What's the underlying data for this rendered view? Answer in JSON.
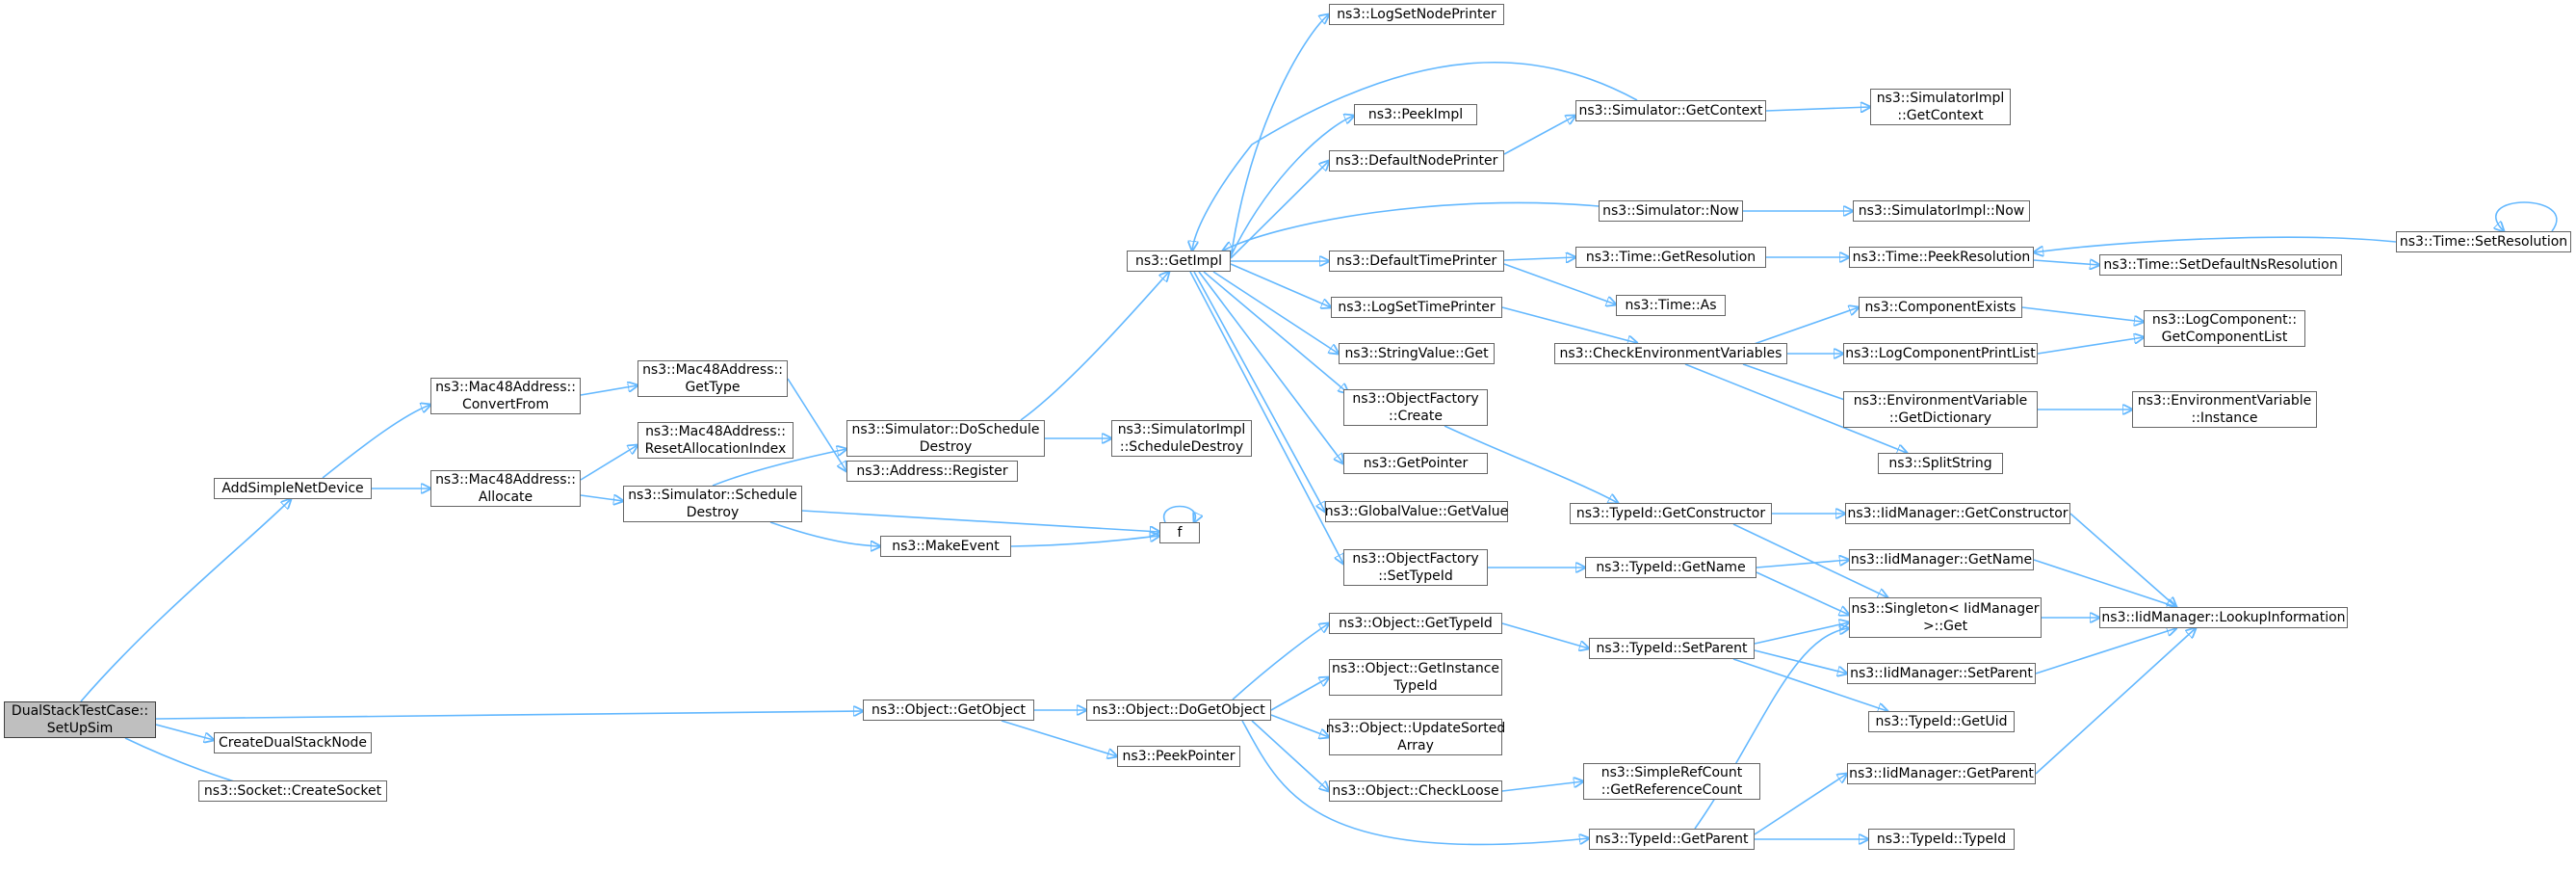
{
  "colors": {
    "edge": "#63b8ff",
    "node_border": "#666666",
    "root_fill": "#bfbfbf"
  },
  "nodes": {
    "root": [
      "DualStackTestCase::",
      "SetUpSim"
    ],
    "addsimplenetdevice": [
      "AddSimpleNetDevice"
    ],
    "createdualstacknode": [
      "CreateDualStackNode"
    ],
    "socket_createsocket": [
      "ns3::Socket::CreateSocket"
    ],
    "mac48_convertfrom": [
      "ns3::Mac48Address::",
      "ConvertFrom"
    ],
    "mac48_allocate": [
      "ns3::Mac48Address::",
      "Allocate"
    ],
    "mac48_gettype": [
      "ns3::Mac48Address::",
      "GetType"
    ],
    "mac48_resetallocationindex": [
      "ns3::Mac48Address::",
      "ResetAllocationIndex"
    ],
    "address_register": [
      "ns3::Address::Register"
    ],
    "sim_scheduledestroy": [
      "ns3::Simulator::Schedule",
      "Destroy"
    ],
    "sim_doscheduledestroy": [
      "ns3::Simulator::DoSchedule",
      "Destroy"
    ],
    "simimpl_scheduledestroy": [
      "ns3::SimulatorImpl",
      "::ScheduleDestroy"
    ],
    "makeevent": [
      "ns3::MakeEvent"
    ],
    "f": [
      "f"
    ],
    "getimpl": [
      "ns3::GetImpl"
    ],
    "logsetnodeprinter": [
      "ns3::LogSetNodePrinter"
    ],
    "peekimpl": [
      "ns3::PeekImpl"
    ],
    "defaultnodeprinter": [
      "ns3::DefaultNodePrinter"
    ],
    "defaulttimeprinter": [
      "ns3::DefaultTimePrinter"
    ],
    "logsettimeprinter": [
      "ns3::LogSetTimePrinter"
    ],
    "stringvalue_get": [
      "ns3::StringValue::Get"
    ],
    "objectfactory_create": [
      "ns3::ObjectFactory",
      "::Create"
    ],
    "getpointer": [
      "ns3::GetPointer"
    ],
    "globalvalue_getvalue": [
      "ns3::GlobalValue::GetValue"
    ],
    "objectfactory_settypeid": [
      "ns3::ObjectFactory",
      "::SetTypeId"
    ],
    "sim_getcontext": [
      "ns3::Simulator::GetContext"
    ],
    "simimpl_getcontext": [
      "ns3::SimulatorImpl",
      "::GetContext"
    ],
    "sim_now": [
      "ns3::Simulator::Now"
    ],
    "simimpl_now": [
      "ns3::SimulatorImpl::Now"
    ],
    "time_getresolution": [
      "ns3::Time::GetResolution"
    ],
    "time_peekresolution": [
      "ns3::Time::PeekResolution"
    ],
    "time_setdefaultnsresolution": [
      "ns3::Time::SetDefaultNsResolution"
    ],
    "time_setresolution": [
      "ns3::Time::SetResolution"
    ],
    "time_as": [
      "ns3::Time::As"
    ],
    "checkenvvars": [
      "ns3::CheckEnvironmentVariables"
    ],
    "componentexists": [
      "ns3::ComponentExists"
    ],
    "logcomponentprintlist": [
      "ns3::LogComponentPrintList"
    ],
    "envvar_getdictionary": [
      "ns3::EnvironmentVariable",
      "::GetDictionary"
    ],
    "envvar_instance": [
      "ns3::EnvironmentVariable",
      "::Instance"
    ],
    "splitstring": [
      "ns3::SplitString"
    ],
    "logcomponent_getcomponentlist": [
      "ns3::LogComponent::",
      "GetComponentList"
    ],
    "typeid_getconstructor": [
      "ns3::TypeId::GetConstructor"
    ],
    "iidmanager_getconstructor": [
      "ns3::IidManager::GetConstructor"
    ],
    "typeid_getname": [
      "ns3::TypeId::GetName"
    ],
    "iidmanager_getname": [
      "ns3::IidManager::GetName"
    ],
    "singleton_get": [
      "ns3::Singleton< IidManager",
      " >::Get"
    ],
    "iidmanager_lookupinformation": [
      "ns3::IidManager::LookupInformation"
    ],
    "object_getobject": [
      "ns3::Object::GetObject"
    ],
    "object_dogetobject": [
      "ns3::Object::DoGetObject"
    ],
    "peekpointer": [
      "ns3::PeekPointer"
    ],
    "object_gettypeid": [
      "ns3::Object::GetTypeId"
    ],
    "object_getinstancetypeid": [
      "ns3::Object::GetInstance",
      "TypeId"
    ],
    "object_updatesortedarray": [
      "ns3::Object::UpdateSorted",
      "Array"
    ],
    "object_checkloose": [
      "ns3::Object::CheckLoose"
    ],
    "typeid_setparent": [
      "ns3::TypeId::SetParent"
    ],
    "iidmanager_setparent": [
      "ns3::IidManager::SetParent"
    ],
    "typeid_getuid": [
      "ns3::TypeId::GetUid"
    ],
    "simplerefcount_getreferencecount": [
      "ns3::SimpleRefCount",
      "::GetReferenceCount"
    ],
    "iidmanager_getparent": [
      "ns3::IidManager::GetParent"
    ],
    "typeid_getparent": [
      "ns3::TypeId::GetParent"
    ],
    "typeid_typeid": [
      "ns3::TypeId::TypeId"
    ]
  }
}
